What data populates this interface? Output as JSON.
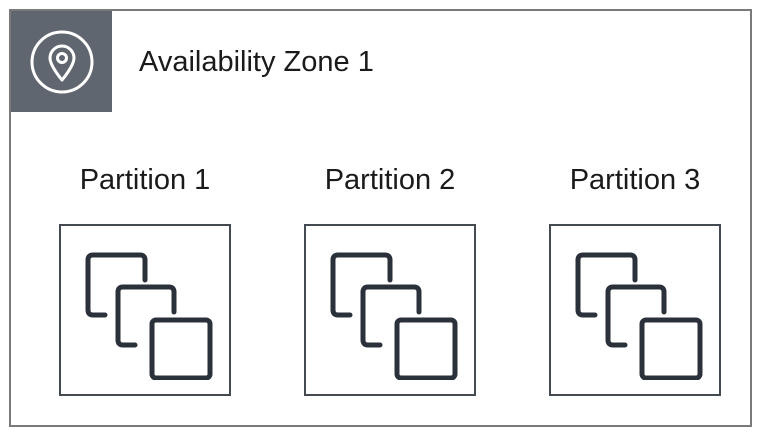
{
  "zone": {
    "title": "Availability Zone 1",
    "icon": "location-pin-icon",
    "badge_color": "#5f6670"
  },
  "partitions": [
    {
      "label": "Partition 1",
      "icon": "instances-stack-icon"
    },
    {
      "label": "Partition 2",
      "icon": "instances-stack-icon"
    },
    {
      "label": "Partition 3",
      "icon": "instances-stack-icon"
    }
  ],
  "colors": {
    "border": "#7a7a7a",
    "icon_stroke": "#2b313a"
  }
}
